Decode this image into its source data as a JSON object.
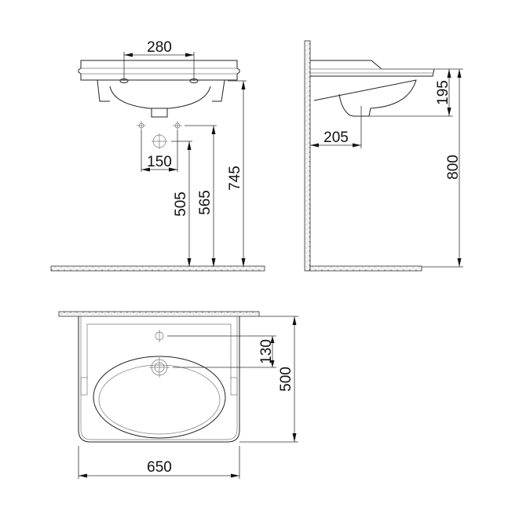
{
  "drawing": {
    "front_view": {
      "dimensions": {
        "tap_spacing": "280",
        "supply_spacing": "150",
        "drain_height": "505",
        "supply_height": "565",
        "basin_bottom_height": "745"
      }
    },
    "side_view": {
      "dimensions": {
        "basin_depth": "195",
        "drain_from_wall": "205",
        "rim_height": "800"
      }
    },
    "top_view": {
      "dimensions": {
        "tap_to_drain": "130",
        "depth": "500",
        "width": "650"
      }
    }
  }
}
